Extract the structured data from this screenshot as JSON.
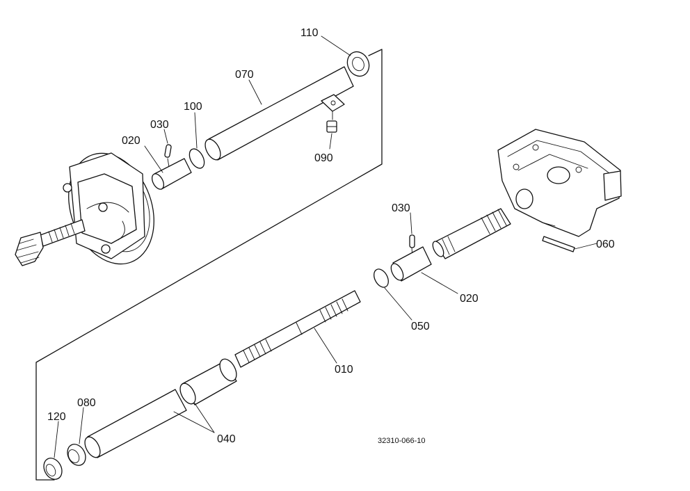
{
  "diagram": {
    "catalog_code": "32310-066-10",
    "parts": [
      {
        "id": "p110",
        "label": "110"
      },
      {
        "id": "p070",
        "label": "070"
      },
      {
        "id": "p100",
        "label": "100"
      },
      {
        "id": "p030a",
        "label": "030"
      },
      {
        "id": "p020a",
        "label": "020"
      },
      {
        "id": "p090",
        "label": "090"
      },
      {
        "id": "p030b",
        "label": "030"
      },
      {
        "id": "p060",
        "label": "060"
      },
      {
        "id": "p020b",
        "label": "020"
      },
      {
        "id": "p050",
        "label": "050"
      },
      {
        "id": "p010",
        "label": "010"
      },
      {
        "id": "p080",
        "label": "080"
      },
      {
        "id": "p120",
        "label": "120"
      },
      {
        "id": "p040",
        "label": "040"
      }
    ]
  }
}
